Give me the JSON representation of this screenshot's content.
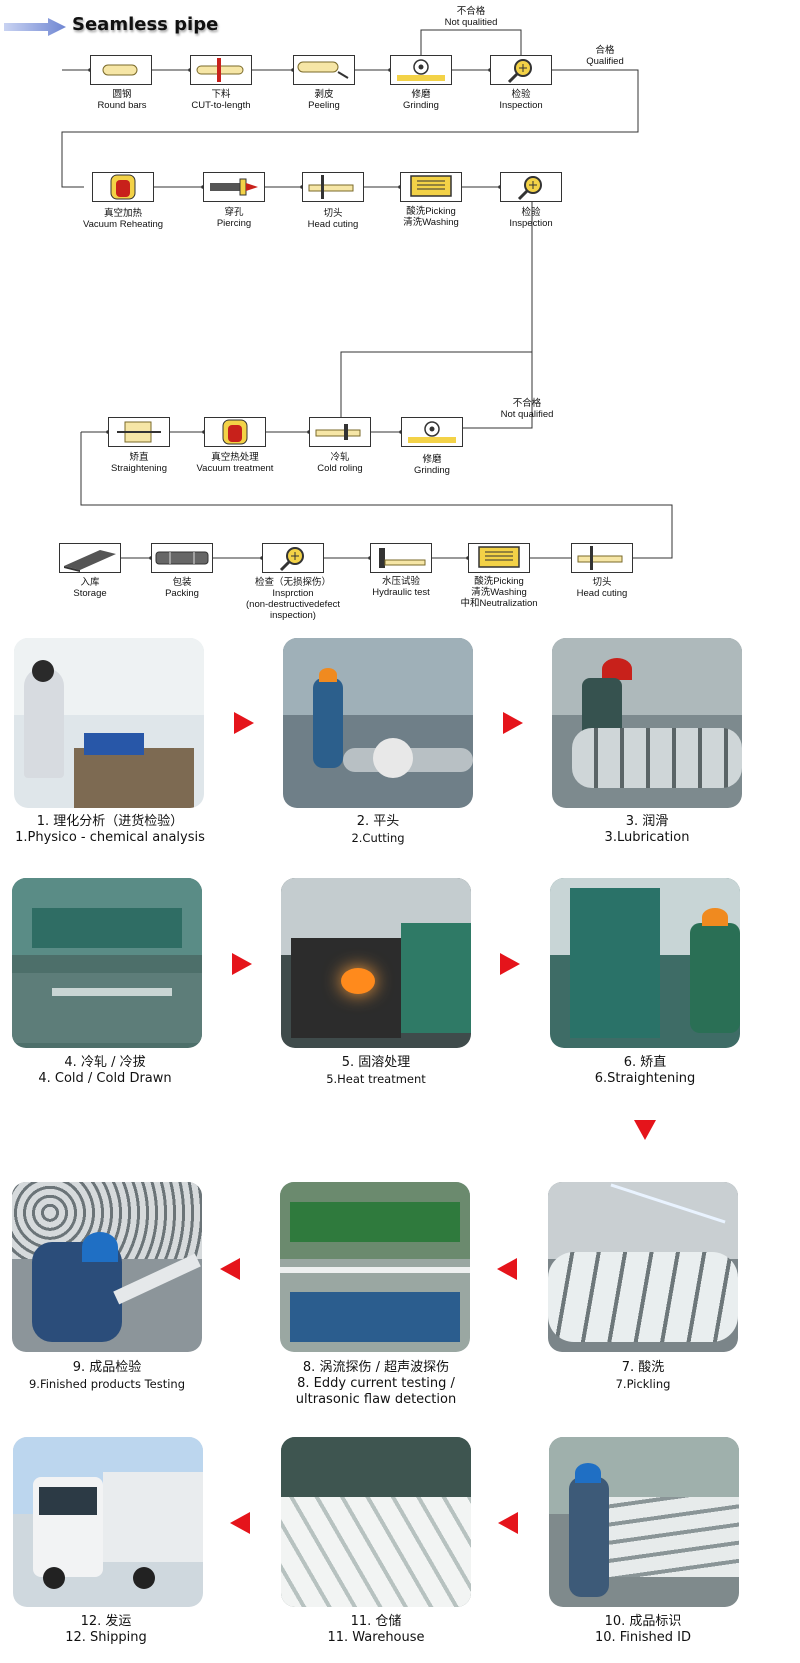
{
  "header": {
    "title": "Seamless pipe"
  },
  "flow": {
    "row1": [
      {
        "zh": "圆钢",
        "en": "Round bars"
      },
      {
        "zh": "下料",
        "en": "CUT-to-length"
      },
      {
        "zh": "剥皮",
        "en": "Peeling"
      },
      {
        "zh": "修磨",
        "en": "Grinding"
      },
      {
        "zh": "检验",
        "en": "Inspection"
      }
    ],
    "row1_reject": {
      "zh": "不合格",
      "en": "Not qualitied"
    },
    "row1_pass": {
      "zh": "合格",
      "en": "Qualified"
    },
    "row2": [
      {
        "zh": "真空加热",
        "en": "Vacuum Reheating"
      },
      {
        "zh": "穿孔",
        "en": "Piercing"
      },
      {
        "zh": "切头",
        "en": "Head cuting"
      },
      {
        "zh": "酸洗Picking",
        "en": "清洗Washing"
      },
      {
        "zh": "检验",
        "en": "Inspection"
      }
    ],
    "row3": [
      {
        "zh": "矫直",
        "en": "Straightening"
      },
      {
        "zh": "真空热处理",
        "en": "Vacuum treatment"
      },
      {
        "zh": "冷轧",
        "en": "Cold roling"
      },
      {
        "zh": "修磨",
        "en": "Grinding"
      }
    ],
    "row3_reject": {
      "zh": "不合格",
      "en": "Not qualified"
    },
    "row4": [
      {
        "zh": "入库",
        "en": "Storage",
        "extra": ""
      },
      {
        "zh": "包装",
        "en": "Packing",
        "extra": ""
      },
      {
        "zh": "检查（无损探伤）",
        "en": "Insprction",
        "extra": "(non-destructivedefect inspection)"
      },
      {
        "zh": "水压试验",
        "en": "Hydraulic test",
        "extra": ""
      },
      {
        "zh": "酸洗Picking",
        "en": "清洗Washing",
        "extra": "中和Neutralization"
      },
      {
        "zh": "切头",
        "en": "Head cuting",
        "extra": ""
      }
    ]
  },
  "steps": [
    {
      "zh": "1. 理化分析（进货检验）",
      "en": "1.Physico - chemical analysis"
    },
    {
      "zh": "2. 平头",
      "en": "2.Cutting"
    },
    {
      "zh": "3. 润滑",
      "en": "3.Lubrication"
    },
    {
      "zh": "4. 冷轧 / 冷拔",
      "en": "4. Cold / Cold Drawn"
    },
    {
      "zh": "5. 固溶处理",
      "en": "5.Heat treatment"
    },
    {
      "zh": "6. 矫直",
      "en": "6.Straightening"
    },
    {
      "zh": "7. 酸洗",
      "en": "7.Pickling"
    },
    {
      "zh": "8. 涡流探伤 / 超声波探伤",
      "en": "8. Eddy current testing /",
      "en2": "ultrasonic flaw detection"
    },
    {
      "zh": "9. 成品检验",
      "en": "9.Finished products Testing"
    },
    {
      "zh": "10. 成品标识",
      "en": "10. Finished ID"
    },
    {
      "zh": "11. 仓储",
      "en": "11. Warehouse"
    },
    {
      "zh": "12. 发运",
      "en": "12. Shipping"
    }
  ],
  "colors": {
    "arrow_red": "#e5141b",
    "header_arrow": "#7f95d8",
    "icon_yellow": "#f3d247",
    "icon_red": "#c8211b"
  }
}
